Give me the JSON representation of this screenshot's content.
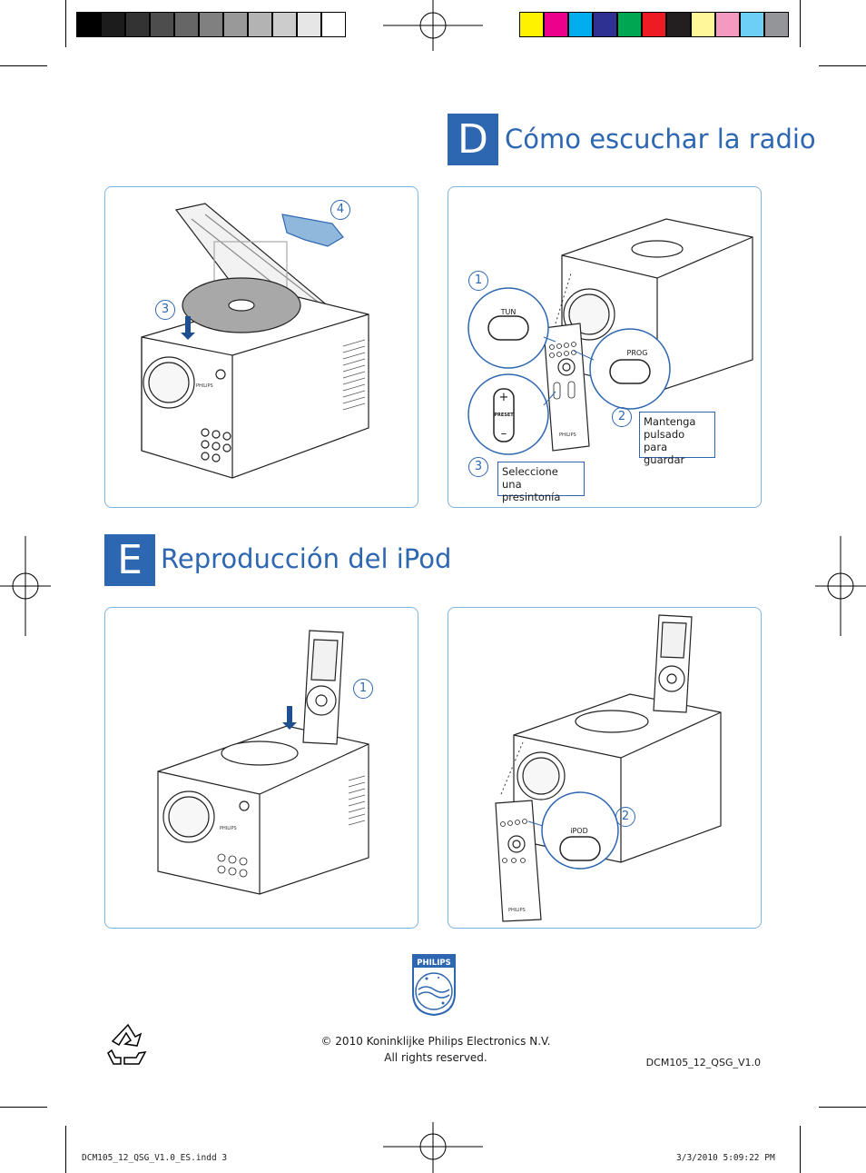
{
  "color_bars": {
    "gray": [
      "#000000",
      "#1c1c1c",
      "#333333",
      "#4d4d4d",
      "#666666",
      "#808080",
      "#999999",
      "#b3b3b3",
      "#cccccc",
      "#e6e6e6",
      "#ffffff"
    ],
    "process": [
      "#fff200",
      "#ec008c",
      "#00aeef",
      "#2e3192",
      "#00a651",
      "#ed1c24",
      "#231f20",
      "#fff799",
      "#f49ac1",
      "#6dcff6",
      "#939598"
    ]
  },
  "accent_color": "#2e67b1",
  "section_d": {
    "letter": "D",
    "title": "Cómo escuchar la radio",
    "panel_left": {
      "steps": [
        "4",
        "3"
      ]
    },
    "panel_right": {
      "steps": [
        "1",
        "2",
        "3"
      ],
      "buttons": {
        "tun": "TUN",
        "prog": "PROG",
        "preset": "PRESET",
        "plus": "+",
        "minus": "–"
      },
      "callout_hold": "Mantenga pulsado para guardar",
      "callout_select": "Seleccione una presintonía"
    }
  },
  "section_e": {
    "letter": "E",
    "title": "Reproducción del iPod",
    "panel_left": {
      "steps": [
        "1"
      ]
    },
    "panel_right": {
      "steps": [
        "2"
      ],
      "button_ipod": "iPOD"
    }
  },
  "brand": {
    "logo_text": "PHILIPS",
    "device_brand": "PHILIPS"
  },
  "footer": {
    "copyright_line1": "© 2010 Koninklijke Philips Electronics N.V.",
    "copyright_line2": "All rights reserved.",
    "doc_code": "DCM105_12_QSG_V1.0"
  },
  "slug": {
    "file": "DCM105_12_QSG_V1.0_ES.indd   3",
    "datetime": "3/3/2010   5:09:22 PM"
  }
}
